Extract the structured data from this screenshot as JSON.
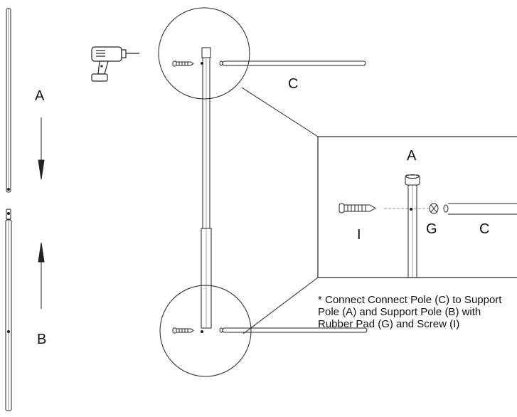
{
  "labels": {
    "pole_a": "A",
    "pole_b": "B",
    "pole_c_top": "C",
    "detail_pole_a": "A",
    "detail_screw": "I",
    "detail_pad": "G",
    "detail_pole_c": "C"
  },
  "note": "* Connect Connect Pole (C) to Support Pole (A) and Support Pole (B) with Rubber Pad (G) and Screw (I)",
  "icons": [
    "drill-icon",
    "screw-icon",
    "rubber-pad-icon",
    "arrow-down-icon",
    "arrow-up-icon"
  ],
  "colors": {
    "line": "#222222",
    "background": "#ffffff"
  }
}
